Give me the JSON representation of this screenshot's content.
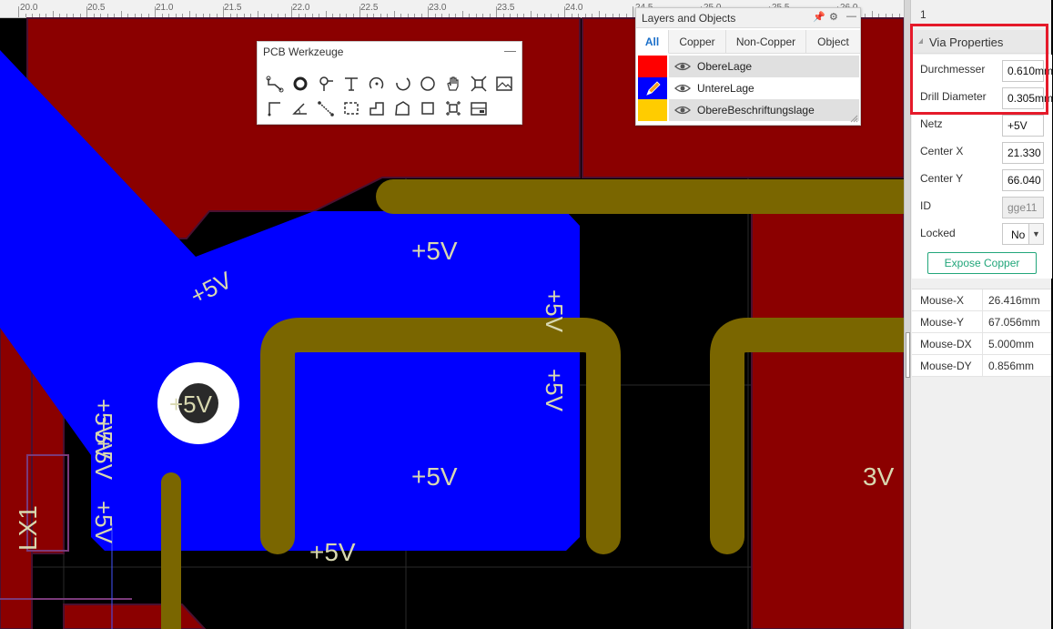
{
  "ruler": {
    "labels": [
      "20.0",
      "20.5",
      "21.0",
      "21.5",
      "22.0",
      "22.5",
      "23.0",
      "23.5",
      "24.0",
      "24.5",
      "25.0",
      "25.5",
      "26.0"
    ]
  },
  "pcb": {
    "net_labels": [
      "+5V",
      "+5V",
      "+5V",
      "+5V",
      "+5V",
      "+5V",
      "+5V",
      "+5V",
      "+5V",
      "+5V",
      "+5V",
      "3V"
    ],
    "designator": "LX1",
    "colors": {
      "top_copper": "#8b0000",
      "bottom_copper": "#0000ff",
      "silk": "#c8c47a",
      "track": "#7a6600",
      "via": "#ffffff"
    }
  },
  "tools": {
    "title": "PCB Werkzeuge",
    "minimize": "—",
    "icons_row1": [
      "route-track-icon",
      "via-icon",
      "pad-icon",
      "text-icon",
      "arc-icon",
      "arc-ccw-icon",
      "circle-icon",
      "pan-hand-icon",
      "component-icon",
      "image-icon"
    ],
    "icons_row2": [
      "corner-icon",
      "angle-icon",
      "diff-pair-icon",
      "dashed-rect-icon",
      "polygon-icon",
      "rectangle-icon",
      "group-icon",
      "panel-icon"
    ]
  },
  "layers": {
    "title": "Layers and Objects",
    "tabs": [
      "All",
      "Copper",
      "Non-Copper",
      "Object"
    ],
    "rows": [
      {
        "name": "ObereLage",
        "color": "#ff0000",
        "active": false
      },
      {
        "name": "UntereLage",
        "color": "#0000ff",
        "active": true
      },
      {
        "name": "ObereBeschriftungslage",
        "color": "#ffcc00",
        "active": false
      }
    ]
  },
  "panel": {
    "number": "1",
    "section_title": "Via Properties",
    "props": {
      "diameter_label": "Durchmesser",
      "diameter_value": "0.610mm",
      "drill_label": "Drill Diameter",
      "drill_value": "0.305mm",
      "net_label": "Netz",
      "net_value": "+5V",
      "cx_label": "Center X",
      "cx_value": "21.330",
      "cy_label": "Center Y",
      "cy_value": "66.040",
      "id_label": "ID",
      "id_value": "gge11",
      "locked_label": "Locked",
      "locked_value": "No"
    },
    "expose_button": "Expose Copper",
    "mouse": [
      {
        "label": "Mouse-X",
        "value": "26.416mm"
      },
      {
        "label": "Mouse-Y",
        "value": "67.056mm"
      },
      {
        "label": "Mouse-DX",
        "value": "5.000mm"
      },
      {
        "label": "Mouse-DY",
        "value": "0.856mm"
      }
    ]
  }
}
